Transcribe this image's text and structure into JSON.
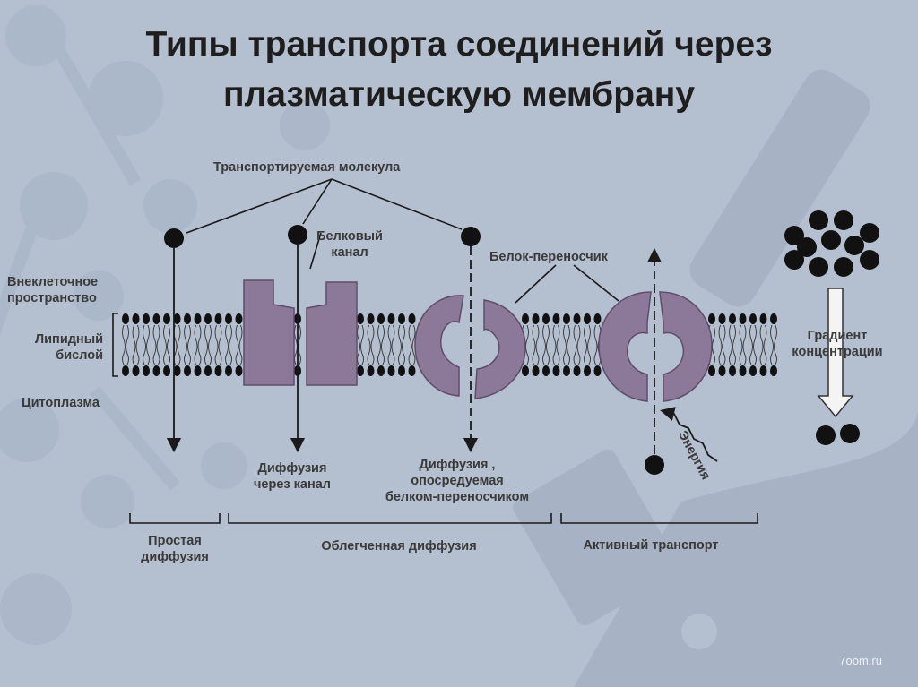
{
  "title_line1": "Типы транспорта соединений через",
  "title_line2": "плазматическую мембрану",
  "labels": {
    "transported_molecule": "Транспортируемая молекула",
    "protein_channel_1": "Белковый",
    "protein_channel_2": "канал",
    "carrier_protein": "Белок-переносчик",
    "extracellular_1": "Внеклеточное",
    "extracellular_2": "пространство",
    "lipid_1": "Липидный",
    "lipid_2": "бислой",
    "cytoplasm": "Цитоплазма",
    "gradient_1": "Градиент",
    "gradient_2": "концентрации",
    "energy": "Энергия",
    "channel_diff_1": "Диффузия",
    "channel_diff_2": "через канал",
    "carrier_diff_1": "Диффузия ,",
    "carrier_diff_2": "опосредуемая",
    "carrier_diff_3": "белком-переносчиком",
    "simple_1": "Простая",
    "simple_2": "диффузия",
    "facilitated": "Облегченная диффузия",
    "active": "Активный транспорт"
  },
  "watermark": "7oom.ru",
  "colors": {
    "background": "#b4bfcf",
    "protein": "#8c7898",
    "protein_stroke": "#5e4d6a",
    "ink": "#1a1a1a",
    "text": "#3a3a3a",
    "title": "#1e1e1e"
  }
}
